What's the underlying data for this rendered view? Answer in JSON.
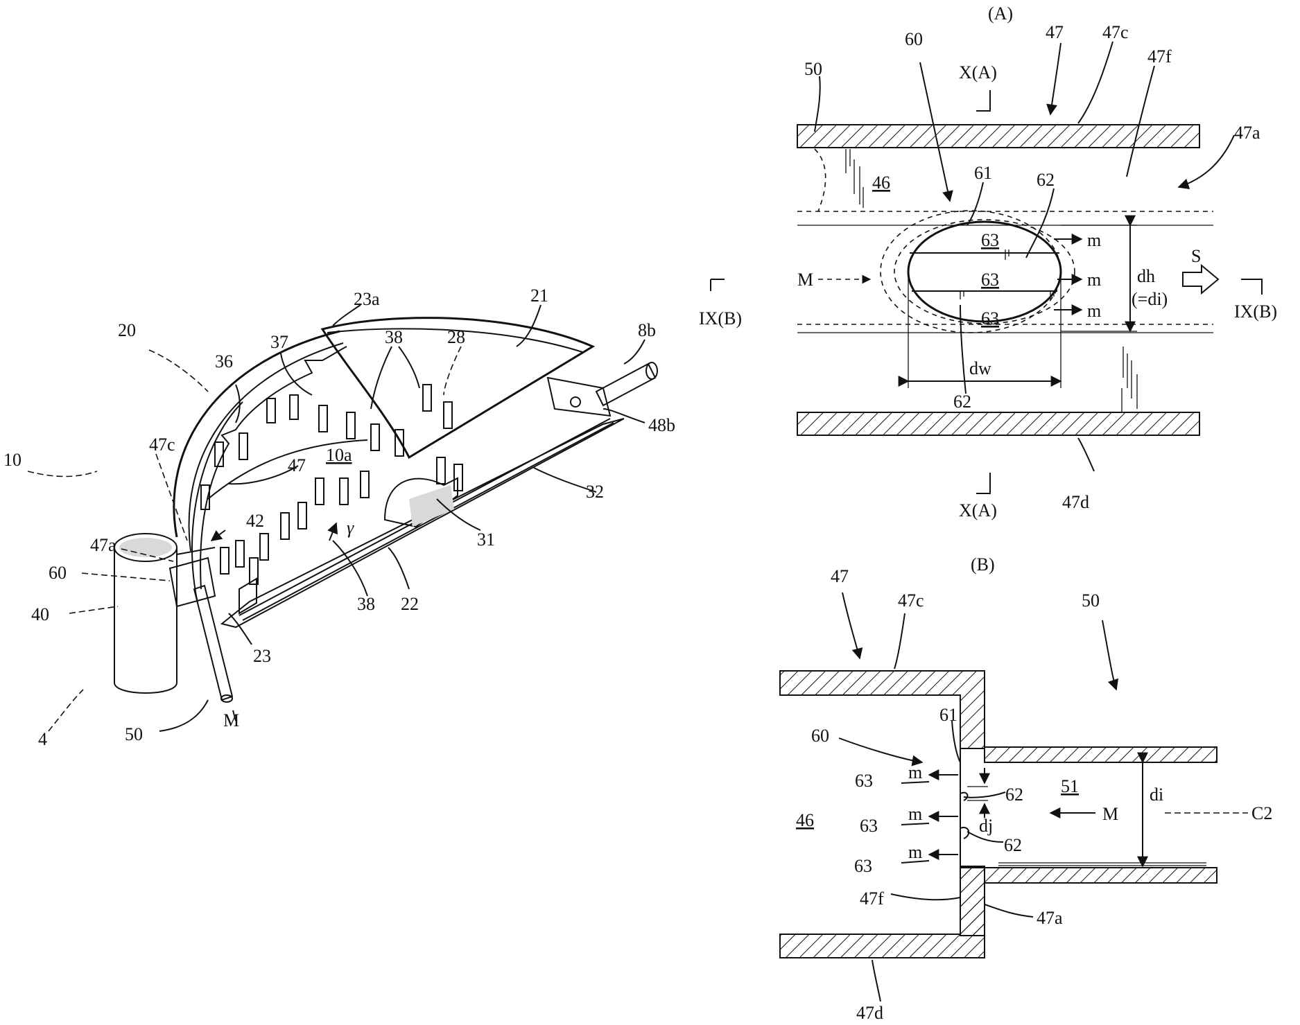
{
  "figure": {
    "perspective_labels": [
      "10",
      "4",
      "40",
      "60",
      "47a",
      "47c",
      "47",
      "42",
      "20",
      "36",
      "37",
      "23a",
      "38",
      "28",
      "21",
      "8b",
      "48b",
      "10a",
      "32",
      "31",
      "γ",
      "38",
      "22",
      "23",
      "50",
      "M"
    ],
    "section_marks": {
      "ixb_left": "IX(B)",
      "ixb_right": "IX(B)",
      "xa_top": "X(A)",
      "xa_bottom": "X(A)"
    },
    "view_a": {
      "title": "(A)",
      "labels": {
        "l47": "47",
        "l47c": "47c",
        "l47f": "47f",
        "l47a": "47a",
        "l50": "50",
        "l60": "60",
        "l46": "46",
        "l61": "61",
        "l62a": "62",
        "l62b": "62",
        "l63a": "63",
        "l63b": "63",
        "l63c": "63",
        "m1": "m",
        "m2": "m",
        "m3": "m",
        "M": "M",
        "dh": "dh",
        "di": "(=di)",
        "S": "S",
        "dw": "dw",
        "l47d": "47d"
      }
    },
    "view_b": {
      "title": "(B)",
      "labels": {
        "l47": "47",
        "l47c": "47c",
        "l50": "50",
        "l60": "60",
        "l61": "61",
        "l63a": "63",
        "l63b": "63",
        "l63c": "63",
        "m1": "m",
        "m2": "m",
        "m3": "m",
        "l62a": "62",
        "l62b": "62",
        "l51": "51",
        "M": "M",
        "di": "di",
        "dj": "dj",
        "C2": "C2",
        "l46": "46",
        "l47f": "47f",
        "l47a": "47a",
        "l47d": "47d"
      }
    }
  }
}
